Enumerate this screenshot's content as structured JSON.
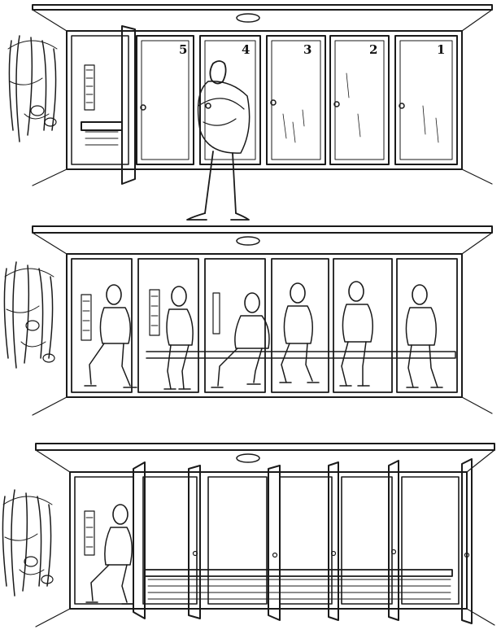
{
  "illustration": {
    "panels": [
      {
        "booth_numbers": [
          "5",
          "4",
          "3",
          "2",
          "1"
        ]
      },
      {
        "booth_numbers": []
      },
      {
        "booth_numbers": []
      }
    ]
  },
  "colors": {
    "ink": "#1a1a1a",
    "paper": "#ffffff"
  }
}
